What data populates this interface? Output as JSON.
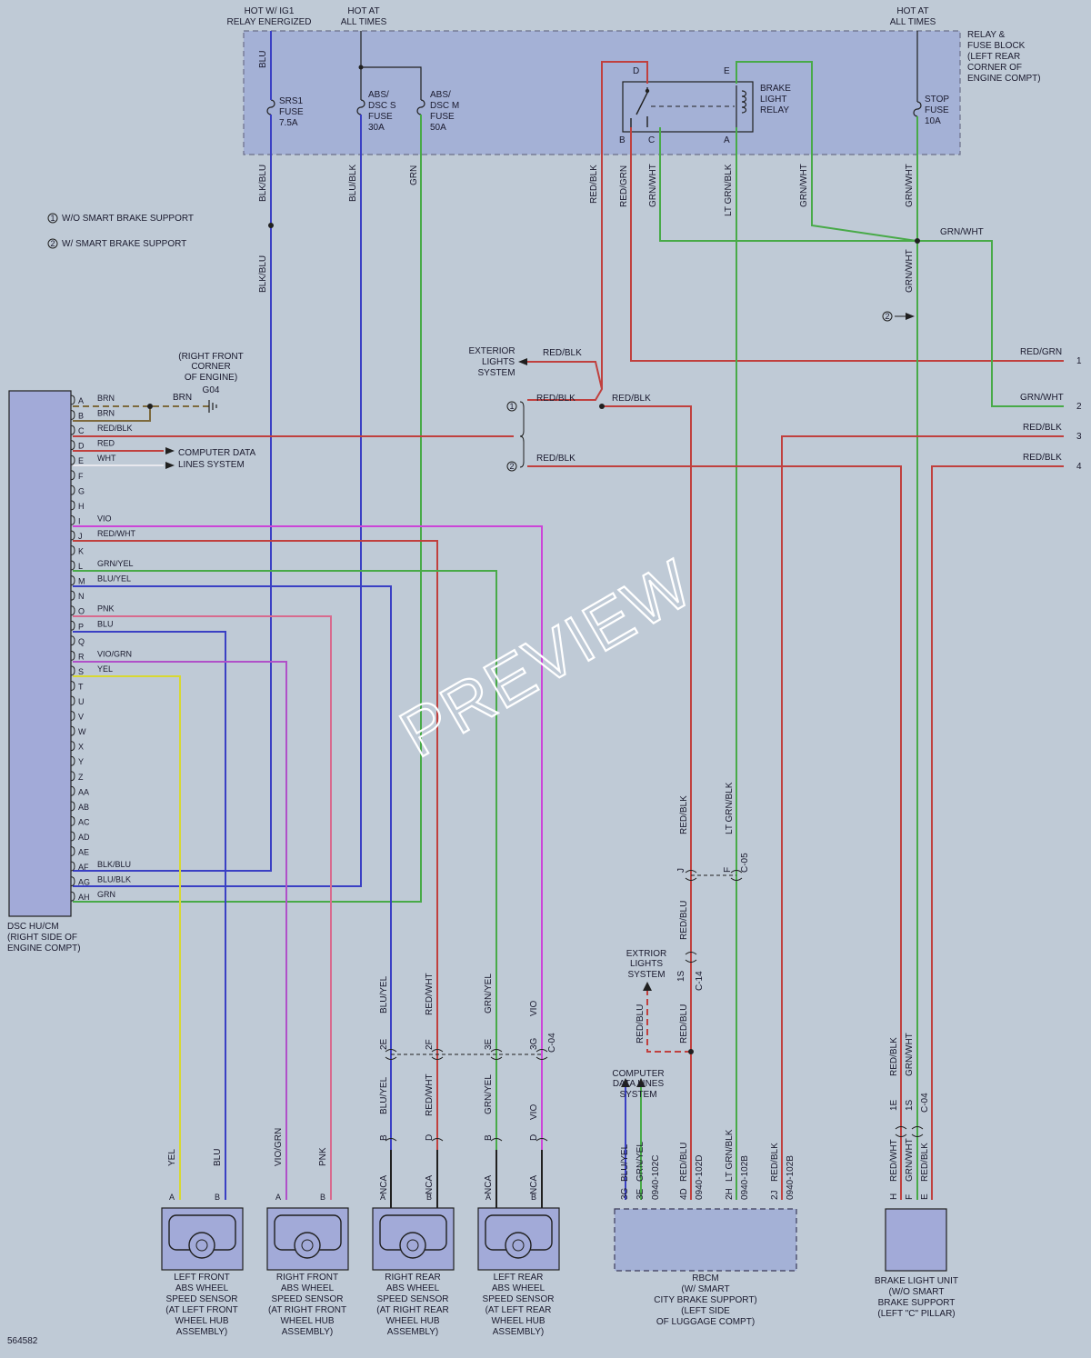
{
  "image_id": "564582",
  "watermark": "PREVIEW",
  "colors": {
    "background": "#bfcad6",
    "block_fill": "#a4b1d6",
    "component_fill": "#a2aad8",
    "wire_red": "#c0403e",
    "wire_green": "#48aa48",
    "wire_blue": "#3a40c4",
    "wire_violet": "#cc44d8",
    "wire_pink": "#d86a8e",
    "wire_yellow": "#d8d832",
    "wire_brown": "#7d6a3c",
    "wire_black": "#202020"
  },
  "supply": {
    "srs": {
      "hot": "HOT W/ IG1",
      "sub": "RELAY ENERGIZED"
    },
    "abs": {
      "hot": "HOT AT",
      "sub": "ALL TIMES"
    },
    "stop": {
      "hot": "HOT AT",
      "sub": "ALL TIMES"
    }
  },
  "relay_block": {
    "lines": [
      "RELAY &",
      "FUSE BLOCK",
      "(LEFT REAR",
      "CORNER OF",
      "ENGINE COMPT)"
    ]
  },
  "fuses": {
    "srs1": [
      "SRS1",
      "FUSE",
      "7.5A"
    ],
    "abs_dsc_s": [
      "ABS/",
      "DSC S",
      "FUSE",
      "30A"
    ],
    "abs_dsc_m": [
      "ABS/",
      "DSC M",
      "FUSE",
      "50A"
    ],
    "stop": [
      "STOP",
      "FUSE",
      "10A"
    ]
  },
  "brake_relay": {
    "lines": [
      "BRAKE",
      "LIGHT",
      "RELAY"
    ],
    "pins": {
      "d": "D",
      "e": "E",
      "b": "B",
      "c": "C",
      "a": "A"
    }
  },
  "legend": [
    {
      "num": "1",
      "text": "W/O SMART BRAKE SUPPORT"
    },
    {
      "num": "2",
      "text": "W/ SMART BRAKE SUPPORT"
    }
  ],
  "ground": {
    "lines": [
      "(RIGHT FRONT",
      "CORNER",
      "OF ENGINE)"
    ],
    "id": "G04"
  },
  "dsc": {
    "lines": [
      "DSC HU/CM",
      "(RIGHT SIDE OF",
      "ENGINE COMPT)"
    ],
    "pins": [
      {
        "pin": "A",
        "wire": "BRN"
      },
      {
        "pin": "B",
        "wire": "BRN"
      },
      {
        "pin": "C",
        "wire": "RED/BLK"
      },
      {
        "pin": "D",
        "wire": "RED"
      },
      {
        "pin": "E",
        "wire": "WHT"
      },
      {
        "pin": "F",
        "wire": ""
      },
      {
        "pin": "G",
        "wire": ""
      },
      {
        "pin": "H",
        "wire": ""
      },
      {
        "pin": "I",
        "wire": "VIO"
      },
      {
        "pin": "J",
        "wire": "RED/WHT"
      },
      {
        "pin": "K",
        "wire": ""
      },
      {
        "pin": "L",
        "wire": "GRN/YEL"
      },
      {
        "pin": "M",
        "wire": "BLU/YEL"
      },
      {
        "pin": "N",
        "wire": ""
      },
      {
        "pin": "O",
        "wire": "PNK"
      },
      {
        "pin": "P",
        "wire": "BLU"
      },
      {
        "pin": "Q",
        "wire": ""
      },
      {
        "pin": "R",
        "wire": "VIO/GRN"
      },
      {
        "pin": "S",
        "wire": "YEL"
      },
      {
        "pin": "T",
        "wire": ""
      },
      {
        "pin": "U",
        "wire": ""
      },
      {
        "pin": "V",
        "wire": ""
      },
      {
        "pin": "W",
        "wire": ""
      },
      {
        "pin": "X",
        "wire": ""
      },
      {
        "pin": "Y",
        "wire": ""
      },
      {
        "pin": "Z",
        "wire": ""
      },
      {
        "pin": "AA",
        "wire": ""
      },
      {
        "pin": "AB",
        "wire": ""
      },
      {
        "pin": "AC",
        "wire": ""
      },
      {
        "pin": "AD",
        "wire": ""
      },
      {
        "pin": "AE",
        "wire": ""
      },
      {
        "pin": "AF",
        "wire": "BLK/BLU"
      },
      {
        "pin": "AG",
        "wire": "BLU/BLK"
      },
      {
        "pin": "AH",
        "wire": "GRN"
      }
    ]
  },
  "computer_data_1": [
    "COMPUTER DATA",
    "LINES SYSTEM"
  ],
  "exterior_lights": [
    "EXTERIOR",
    "LIGHTS",
    "SYSTEM"
  ],
  "exterior_lights_2": [
    "EXTRIOR",
    "LIGHTS",
    "SYSTEM"
  ],
  "computer_data_2": [
    "COMPUTER",
    "DATA LINES",
    "SYSTEM"
  ],
  "wire_labels": {
    "blu": "BLU",
    "blk_blu": "BLK/BLU",
    "blu_blk": "BLU/BLK",
    "grn": "GRN",
    "red_blk": "RED/BLK",
    "red_grn": "RED/GRN",
    "grn_wht": "GRN/WHT",
    "lt_grn_blk": "LT GRN/BLK",
    "red_blu": "RED/BLU",
    "blu_yel": "BLU/YEL",
    "red_wht": "RED/WHT",
    "grn_yel": "GRN/YEL",
    "vio": "VIO",
    "yel": "YEL",
    "vio_grn": "VIO/GRN",
    "pnk": "PNK",
    "nca": "NCA",
    "brn": "BRN",
    "red_wht2": "RED/WHT"
  },
  "offpage": {
    "n1": "1",
    "n2": "2",
    "n3": "3",
    "n4": "4"
  },
  "connectors": {
    "c05": "C-05",
    "j": "J",
    "f": "F",
    "c14": "C-14",
    "s1": "1S",
    "c04": "C-04",
    "p2e": "2E",
    "p2f": "2F",
    "p3e": "3E",
    "p3g": "3G",
    "pb": "B",
    "pd": "D",
    "pa": "A",
    "rb_3g": "3G",
    "rb_3e": "3E",
    "rb_c1": "0940-102C",
    "rb_4d": "4D",
    "rb_c2": "0940-102D",
    "rb_2h": "2H",
    "rb_c3": "0940-102B",
    "rb_2j": "2J",
    "rb_c4": "0940-102B",
    "bl_1e": "1E",
    "bl_c04": "C-04",
    "bl_h": "H",
    "bl_f": "F",
    "bl_e": "E"
  },
  "sensors": [
    {
      "lines": [
        "LEFT FRONT",
        "ABS WHEEL",
        "SPEED SENSOR",
        "(AT LEFT FRONT",
        "WHEEL HUB",
        "ASSEMBLY)"
      ]
    },
    {
      "lines": [
        "RIGHT FRONT",
        "ABS WHEEL",
        "SPEED SENSOR",
        "(AT RIGHT FRONT",
        "WHEEL HUB",
        "ASSEMBLY)"
      ]
    },
    {
      "lines": [
        "RIGHT REAR",
        "ABS WHEEL",
        "SPEED SENSOR",
        "(AT RIGHT REAR",
        "WHEEL HUB",
        "ASSEMBLY)"
      ]
    },
    {
      "lines": [
        "LEFT REAR",
        "ABS WHEEL",
        "SPEED SENSOR",
        "(AT LEFT REAR",
        "WHEEL HUB",
        "ASSEMBLY)"
      ]
    }
  ],
  "rbcm": {
    "lines": [
      "RBCM",
      "(W/ SMART",
      "CITY BRAKE SUPPORT)",
      "(LEFT SIDE",
      "OF LUGGAGE COMPT)"
    ]
  },
  "brake_light_unit": {
    "lines": [
      "BRAKE LIGHT UNIT",
      "(W/O SMART",
      "BRAKE SUPPORT",
      "(LEFT \"C\" PILLAR)"
    ]
  }
}
